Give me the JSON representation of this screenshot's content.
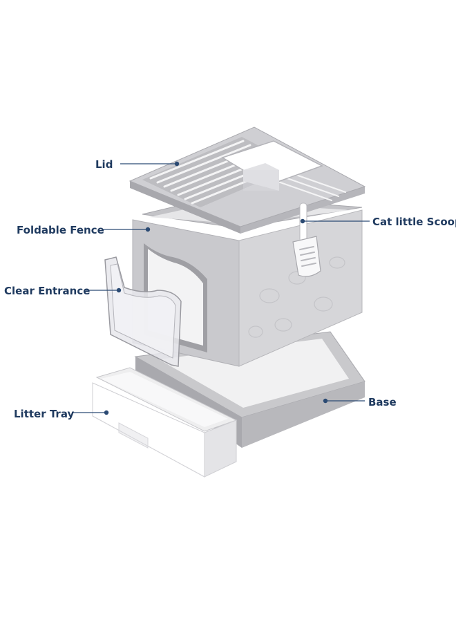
{
  "callouts": {
    "lid": "Lid",
    "foldable_fence": "Foldable Fence",
    "clear_entrance": "Clear Entrance",
    "litter_tray": "Litter Tray",
    "scoop": "Cat little Scoop",
    "base": "Base"
  },
  "colors": {
    "label_text": "#1f3a5f",
    "leader_line": "#2b4a73",
    "body_gray": "#d4d4d6",
    "body_shade": "#b9b9bd",
    "tray_white": "#ffffff",
    "entrance_clear": "#e9e9ec"
  }
}
